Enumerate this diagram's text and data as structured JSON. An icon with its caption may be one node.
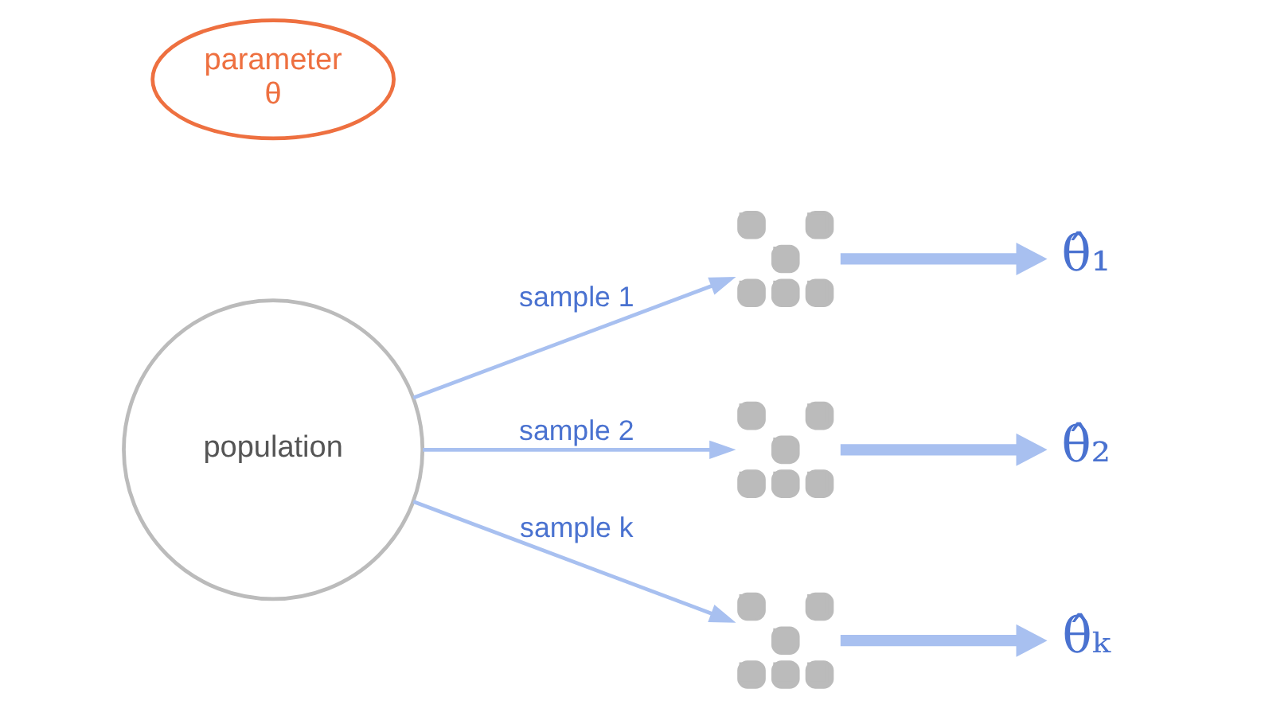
{
  "diagram": {
    "nodes": [
      {
        "text": [
          "parameter",
          "θ"
        ]
      },
      {
        "text": [
          "population"
        ]
      },
      {
        "text": [],
        "shape": "picture"
      },
      {
        "text": [],
        "shape": "picture"
      },
      {
        "text": [],
        "shape": "picture"
      },
      {
        "text": [
          "θ̂₁"
        ]
      },
      {
        "text": [
          "θ̂₂"
        ]
      },
      {
        "text": [
          "θ̂ₖ"
        ]
      }
    ],
    "edges": [
      {
        "from": 1,
        "to": 2,
        "arrow": "to",
        "label": "sample 1"
      },
      {
        "from": 1,
        "to": 3,
        "arrow": "to",
        "label": "sample 2"
      },
      {
        "from": 1,
        "to": 4,
        "arrow": "to",
        "label": "sample k"
      },
      {
        "from": 2,
        "to": 5,
        "arrow": "to",
        "style": "thick"
      },
      {
        "from": 3,
        "to": 6,
        "arrow": "to",
        "style": "thick"
      },
      {
        "from": 4,
        "to": 7,
        "arrow": "to",
        "style": "thick"
      }
    ]
  }
}
